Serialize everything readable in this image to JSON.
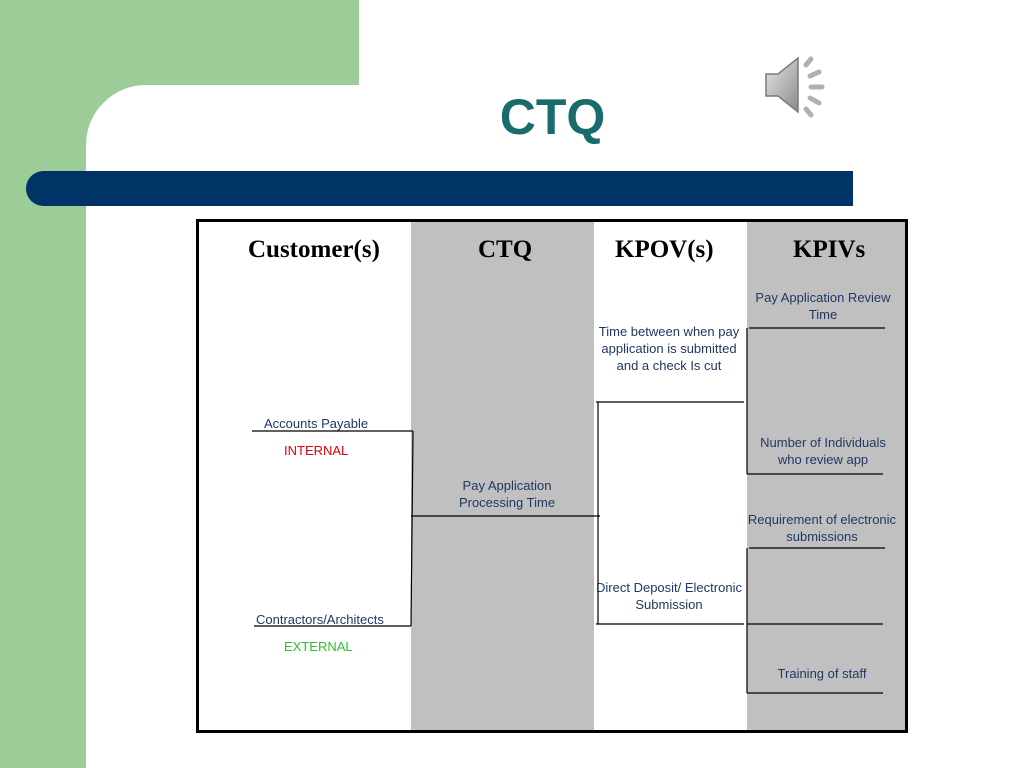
{
  "slide": {
    "title": "CTQ",
    "title_color": "#1a6b6b"
  },
  "colors": {
    "band": "#9ccc98",
    "bar": "#003467",
    "shade": "#c0c0c0",
    "label": "#1f3864",
    "internal": "#e0000f",
    "external": "#2fbf2f"
  },
  "icons": {
    "audio": "speaker-icon"
  },
  "diagram": {
    "headers": {
      "customers": "Customer(s)",
      "ctq": "CTQ",
      "kpov": "KPOV(s)",
      "kpiv": "KPIVs"
    },
    "customers": [
      {
        "name": "Accounts Payable",
        "type": "INTERNAL"
      },
      {
        "name": "Contractors/Architects",
        "type": "EXTERNAL"
      }
    ],
    "ctq": "Pay Application Processing Time",
    "kpovs": [
      "Time between when pay application is submitted and a check Is cut",
      "Direct Deposit/ Electronic Submission"
    ],
    "kpivs": [
      "Pay Application Review Time",
      "Number of Individuals who review app",
      "Requirement of electronic submissions",
      "Training of staff"
    ]
  }
}
